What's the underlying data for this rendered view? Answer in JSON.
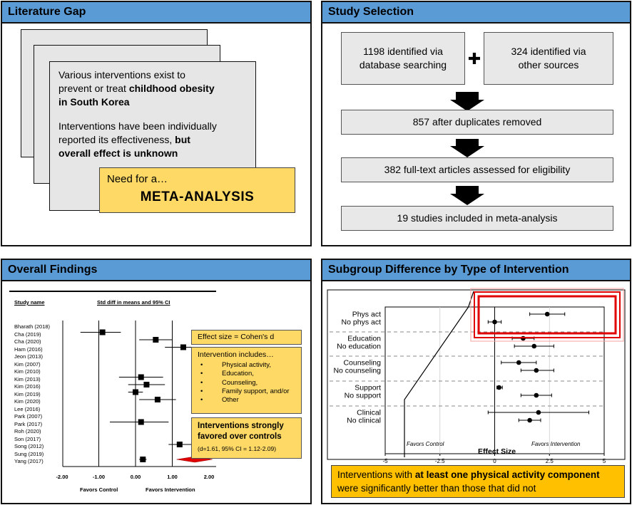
{
  "panels": {
    "gap": {
      "title": "Literature Gap",
      "para1": [
        "Various interventions exist to",
        "prevent or treat ",
        "childhood obesity",
        "in South Korea"
      ],
      "para2": [
        "Interventions have been individually",
        "reported its effectiveness, ",
        "but",
        "overall effect is unknown"
      ],
      "need": "Need for a…",
      "meta": "META-ANALYSIS"
    },
    "selection": {
      "title": "Study Selection",
      "box1": "1198 identified via database searching",
      "box2": "324 identified via other sources",
      "plus": "✚",
      "box3": "857 after duplicates removed",
      "box4": "382 full-text articles assessed for eligibility",
      "box5": "19 studies included in meta-analysis"
    },
    "findings": {
      "title": "Overall Findings",
      "col_study": "Study name",
      "col_ci": "Std diff in means and 95% CI",
      "favors_control": "Favors Control",
      "favors_intervention": "Favors Intervention",
      "effect_size": "Effect size = Cohen's d",
      "includes_title": "Intervention includes…",
      "includes": [
        "Physical activity,",
        "Education,",
        "Counseling,",
        "Family support, and/or",
        "Other"
      ],
      "strong_line1": "Interventions strongly",
      "strong_line2": "favored over controls",
      "strong_stat": "(d=1.61, 95% CI = 1.12-2.09)"
    },
    "subgroup": {
      "title": "Subgroup Difference by Type of Intervention",
      "callout_pre": "Interventions with ",
      "callout_bold": "at least one physical activity component",
      "callout_post": "were significantly better than those that did not"
    }
  },
  "chart_data": [
    {
      "type": "scatter",
      "title": "",
      "xlabel": "",
      "ylabel": "",
      "xlim": [
        -2,
        2
      ],
      "x_ticks": [
        "-2.00",
        "-1.00",
        "0.00",
        "1.00",
        "2.00"
      ],
      "studies": [
        "Bharath (2018)",
        "Cha (2019)",
        "Cha (2020)",
        "Ham (2016)",
        "Jeon (2013)",
        "Kim (2007)",
        "Kim (2010)",
        "Kim (2013)",
        "Kim (2016)",
        "Kim (2019)",
        "Kim (2020)",
        "Lee (2016)",
        "Park (2007)",
        "Park (2017)",
        "Roh (2020)",
        "Son (2017)",
        "Song (2012)",
        "Sung (2019)",
        "Yang (2017)"
      ],
      "points": [
        {
          "d": null,
          "lo": null,
          "hi": null
        },
        {
          "d": -0.9,
          "lo": -1.5,
          "hi": -0.4
        },
        {
          "d": 0.55,
          "lo": 0.1,
          "hi": 1.0
        },
        {
          "d": 1.3,
          "lo": 0.8,
          "hi": 1.9
        },
        {
          "d": null,
          "lo": null,
          "hi": null
        },
        {
          "d": null,
          "lo": null,
          "hi": null
        },
        {
          "d": null,
          "lo": null,
          "hi": null
        },
        {
          "d": 0.15,
          "lo": -0.45,
          "hi": 0.75
        },
        {
          "d": 0.3,
          "lo": -0.2,
          "hi": 0.8
        },
        {
          "d": 0.0,
          "lo": -0.2,
          "hi": 0.2
        },
        {
          "d": 0.6,
          "lo": 0.1,
          "hi": 1.1
        },
        {
          "d": null,
          "lo": null,
          "hi": null
        },
        {
          "d": null,
          "lo": null,
          "hi": null
        },
        {
          "d": 0.15,
          "lo": -0.7,
          "hi": 0.9
        },
        {
          "d": null,
          "lo": null,
          "hi": null
        },
        {
          "d": null,
          "lo": null,
          "hi": null
        },
        {
          "d": 1.2,
          "lo": 0.9,
          "hi": 1.6
        },
        {
          "d": null,
          "lo": null,
          "hi": null
        },
        {
          "d": 0.2,
          "lo": 0.1,
          "hi": 0.3
        }
      ],
      "summary": {
        "d": 1.61,
        "lo": 1.12,
        "hi": 2.09
      }
    },
    {
      "type": "scatter",
      "title": "",
      "xlabel": "Effect Size",
      "ylabel": "",
      "xlim": [
        -5,
        5
      ],
      "x_ticks": [
        "-5",
        "-2.5",
        "0",
        "2.5",
        "5"
      ],
      "favors_left": "Favors Control",
      "favors_right": "Favors Intervention",
      "rows": [
        {
          "label": "Phys act",
          "es": 2.4,
          "lo": 1.6,
          "hi": 3.2
        },
        {
          "label": "No phys act",
          "es": 0.0,
          "lo": -0.3,
          "hi": 0.3
        },
        {
          "label": "Education",
          "es": 1.3,
          "lo": 0.8,
          "hi": 1.8
        },
        {
          "label": "No education",
          "es": 1.8,
          "lo": 0.9,
          "hi": 2.7
        },
        {
          "label": "Counseling",
          "es": 1.1,
          "lo": 0.3,
          "hi": 1.9
        },
        {
          "label": "No counseling",
          "es": 1.9,
          "lo": 1.2,
          "hi": 2.7
        },
        {
          "label": "Support",
          "es": 0.2,
          "lo": 0.1,
          "hi": 0.35
        },
        {
          "label": "No support",
          "es": 1.9,
          "lo": 1.2,
          "hi": 2.6
        },
        {
          "label": "Clinical",
          "es": 2.0,
          "lo": -0.3,
          "hi": 4.3
        },
        {
          "label": "No clinical",
          "es": 1.6,
          "lo": 1.1,
          "hi": 2.1
        }
      ]
    }
  ]
}
